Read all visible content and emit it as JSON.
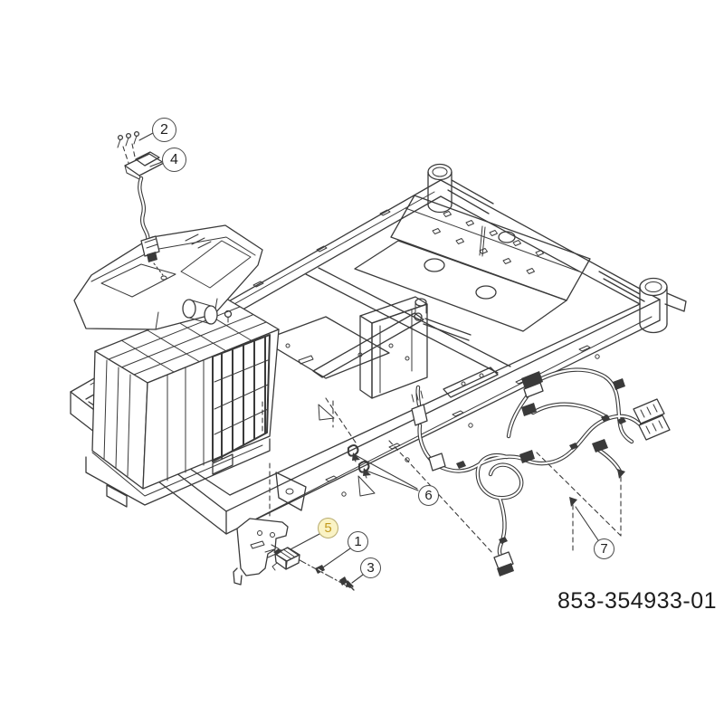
{
  "diagram": {
    "type": "exploded-parts-diagram",
    "part_number": "853-354933-01",
    "colors": {
      "background": "#ffffff",
      "line": "#3a3a3a",
      "callout_fill": "#ffffff",
      "callout_stroke": "#4a4a4a",
      "callout_text": "#1f1f1f",
      "highlight_fill": "#faf3c5",
      "highlight_stroke": "#b7ab6e",
      "highlight_text": "#c39a1f"
    },
    "callouts": [
      {
        "label": "1",
        "highlighted": false
      },
      {
        "label": "2",
        "highlighted": false
      },
      {
        "label": "3",
        "highlighted": false
      },
      {
        "label": "4",
        "highlighted": false
      },
      {
        "label": "5",
        "highlighted": true
      },
      {
        "label": "6",
        "highlighted": false
      },
      {
        "label": "7",
        "highlighted": false
      }
    ]
  }
}
